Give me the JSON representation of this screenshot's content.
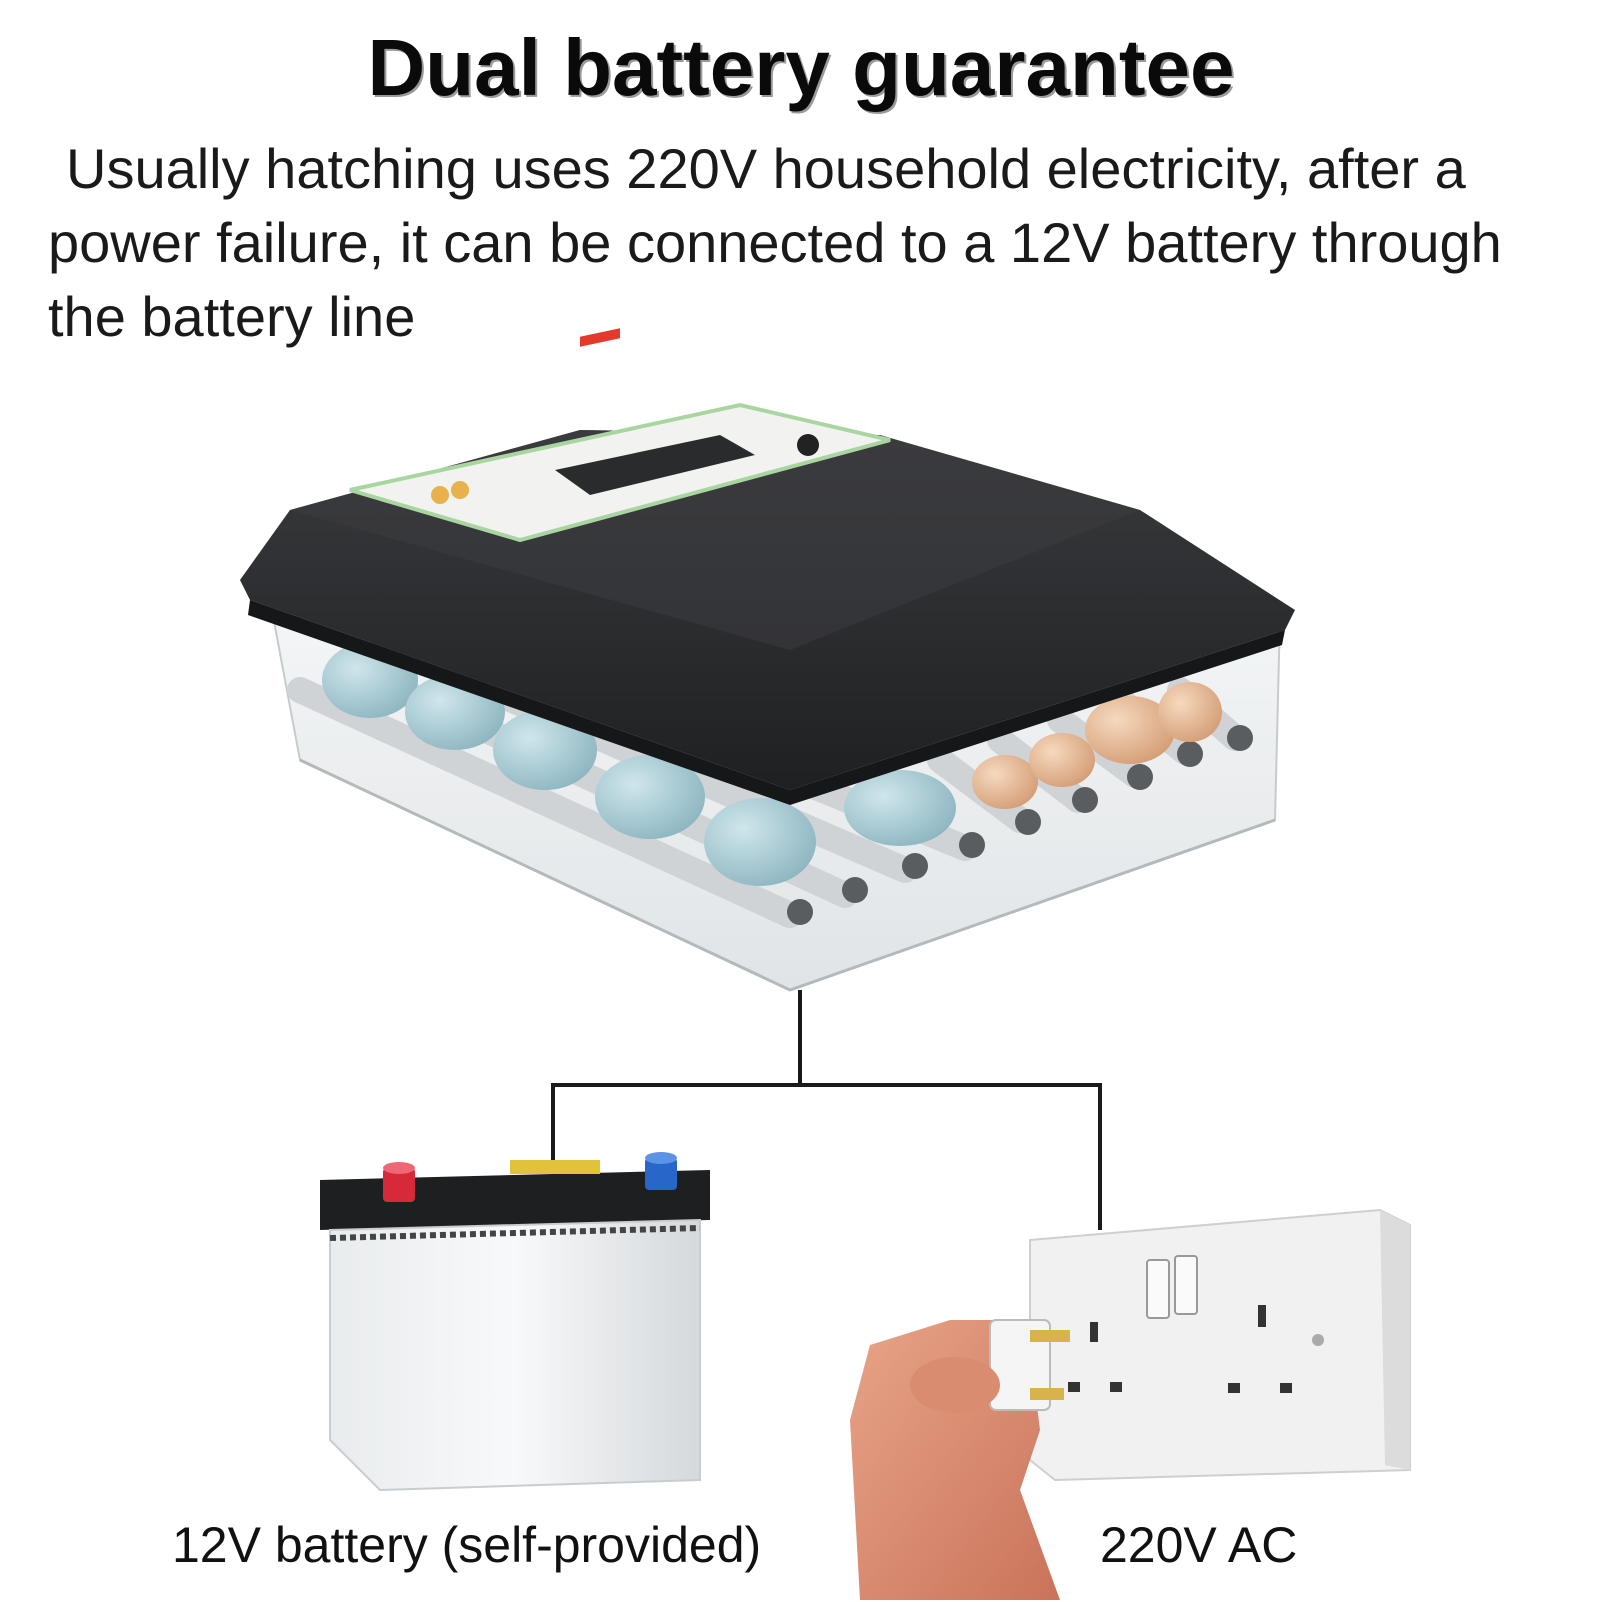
{
  "heading": "Dual battery guarantee",
  "description": "Usually hatching uses 220V household electricity, after a power failure, it can be connected to a 12V battery through the battery line",
  "captions": {
    "battery": "12V battery (self-provided)",
    "ac": "220V AC"
  },
  "colors": {
    "incubator_lid": "#2b2c2e",
    "control_panel": "#f2f3f0",
    "panel_border": "#a9d6a0",
    "display_red": "#e33a2b",
    "egg_blue": "#a9cdd6",
    "egg_brown": "#e2b48f",
    "battery_red_terminal": "#d6293a",
    "battery_blue_terminal": "#2867c9",
    "wire": "#1a1a1a",
    "socket_white": "#f1f1f1"
  }
}
